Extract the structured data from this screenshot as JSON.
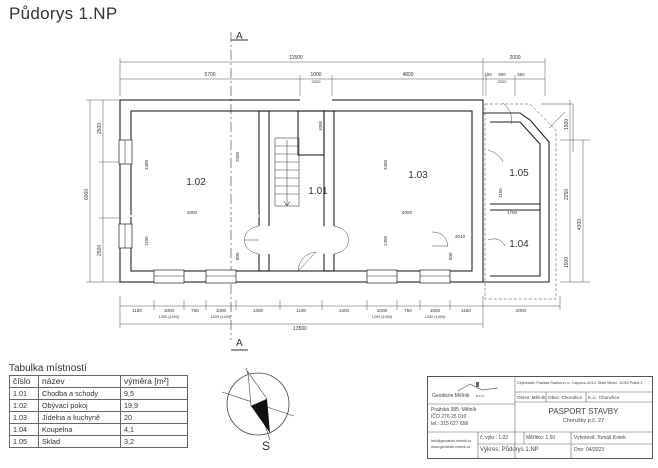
{
  "title": "Půdorys 1.NP",
  "section_marks": [
    "A",
    "A"
  ],
  "north_label": "S",
  "rooms": [
    {
      "id": "1.01"
    },
    {
      "id": "1.02"
    },
    {
      "id": "1.03"
    },
    {
      "id": "1.04"
    },
    {
      "id": "1.05"
    }
  ],
  "dimensions": {
    "top_overall": [
      "11500",
      "2000"
    ],
    "top_segments": [
      "5700",
      "1000",
      "4800",
      "100",
      "900",
      "500"
    ],
    "top_segments_sub": [
      "2020",
      "2020"
    ],
    "bottom_segments": [
      "1150",
      "1000",
      "750",
      "1000",
      "1300",
      "1100",
      "1300",
      "1000",
      "750",
      "1000",
      "1150",
      "2000"
    ],
    "bottom_sub": [
      "1200 (1400)",
      "1200 (1400)",
      "1200 (1400)",
      "1200 (1400)"
    ],
    "bottom_overall": "13500",
    "left": [
      "2500",
      "6000",
      "2500"
    ],
    "right": [
      "1500",
      "2250",
      "4300",
      "1500"
    ],
    "inner": [
      "3400",
      "4000",
      "1000",
      "3400",
      "4000",
      "1700",
      "2500",
      "1100",
      "800",
      "1300",
      "800",
      "2010",
      "1150"
    ]
  },
  "room_table": {
    "caption": "Tabulka místností",
    "headers": [
      "číslo",
      "název",
      "výměra [m²]"
    ],
    "rows": [
      [
        "1.01",
        "Chodba a schody",
        "9,5"
      ],
      [
        "1.02",
        "Obývací pokoj",
        "19,9"
      ],
      [
        "1.03",
        "Jídelna a kuchyně",
        "20"
      ],
      [
        "1.04",
        "Koupelna",
        "4,1"
      ],
      [
        "1.05",
        "Sklad",
        "3,2"
      ]
    ]
  },
  "title_block": {
    "company": "Geodézie Mělník",
    "company_suffix": "s.r.o.",
    "parties": "Objednatel: Pražská Stavba s.r.o., Kaprova 42/14, Staré Město, 11000 Praha 1",
    "location": [
      "Okres: Mělník",
      "Obec: Chorušice",
      "K.ú.: Chorušice"
    ],
    "contact": [
      "Pražská 385, Mělník",
      "IČO 276 25 010",
      "tel.: 315 627 656"
    ],
    "contact_web": [
      "info@geodezie-melnik.cz",
      "www.geodezie-melnik.cz"
    ],
    "doc_title": "PASPORT STAVBY",
    "doc_subtitle": "Chorušky p.č. 27",
    "sheet_no": "č. výkr.: 1.02",
    "scale": "Měřítko: 1:50",
    "author": "Vyhotovil: Tomáš Kotek",
    "drawing": "Výkres: Půdorys 1.NP",
    "date": "Dne: 04/2023"
  }
}
